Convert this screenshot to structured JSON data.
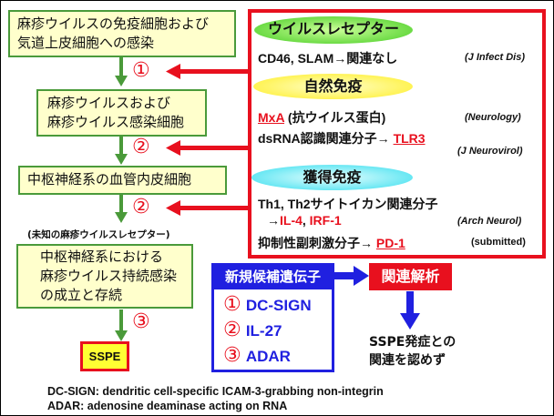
{
  "flow": {
    "step1": [
      "麻疹ウイルスの免疫細胞および",
      "気道上皮細胞への感染"
    ],
    "step2": [
      "麻疹ウイルスおよび",
      "麻疹ウイルス感染細胞"
    ],
    "step3": "中枢神経系の血管内皮細胞",
    "unknown_receptor": "(未知の麻疹ウイルスレセプター)",
    "step4": [
      "中枢神経系における",
      "麻疹ウイルス持続感染",
      "の成立と存続"
    ],
    "final": "SSPE",
    "markers": [
      "①",
      "②",
      "②",
      "③"
    ]
  },
  "panel": {
    "receptor_heading": "ウイルスレセプター",
    "receptor_line": "CD46, SLAM→関連なし",
    "receptor_cite": "(J Infect Dis)",
    "innate_heading": "自然免疫",
    "mxa": "MxA",
    "mxa_rest": " (抗ウイルス蛋白)",
    "mxa_cite": "(Neurology)",
    "dsrna": "dsRNA認識関連分子→ ",
    "tlr3": "TLR3",
    "tlr3_cite": "(J Neurovirol)",
    "acquired_heading": "獲得免疫",
    "th_line": "Th1, Th2サイトイカン関連分子",
    "th_arrow": "→",
    "il4": "IL-4",
    "comma": ", ",
    "irf1": "IRF-1",
    "th_cite": "(Arch Neurol)",
    "inhib": "抑制性副刺激分子→ ",
    "pd1": "PD-1",
    "pd1_cite": "(submitted)"
  },
  "candidates": {
    "title": "新規候補遺伝子",
    "items": [
      {
        "num": "①",
        "name": "DC-SIGN"
      },
      {
        "num": "②",
        "name": "IL-27"
      },
      {
        "num": "③",
        "name": "ADAR"
      }
    ],
    "analysis": "関連解析",
    "result": [
      "SSPE発症との",
      "関連を認めず"
    ]
  },
  "footnotes": [
    "DC-SIGN: dendritic cell-specific ICAM-3-grabbing non-integrin",
    "ADAR: adenosine deaminase acting on RNA"
  ],
  "colors": {
    "red": "#e8101e",
    "green": "#4a9a3a",
    "blue": "#2020e0",
    "box_fill": "#ffffcc"
  }
}
